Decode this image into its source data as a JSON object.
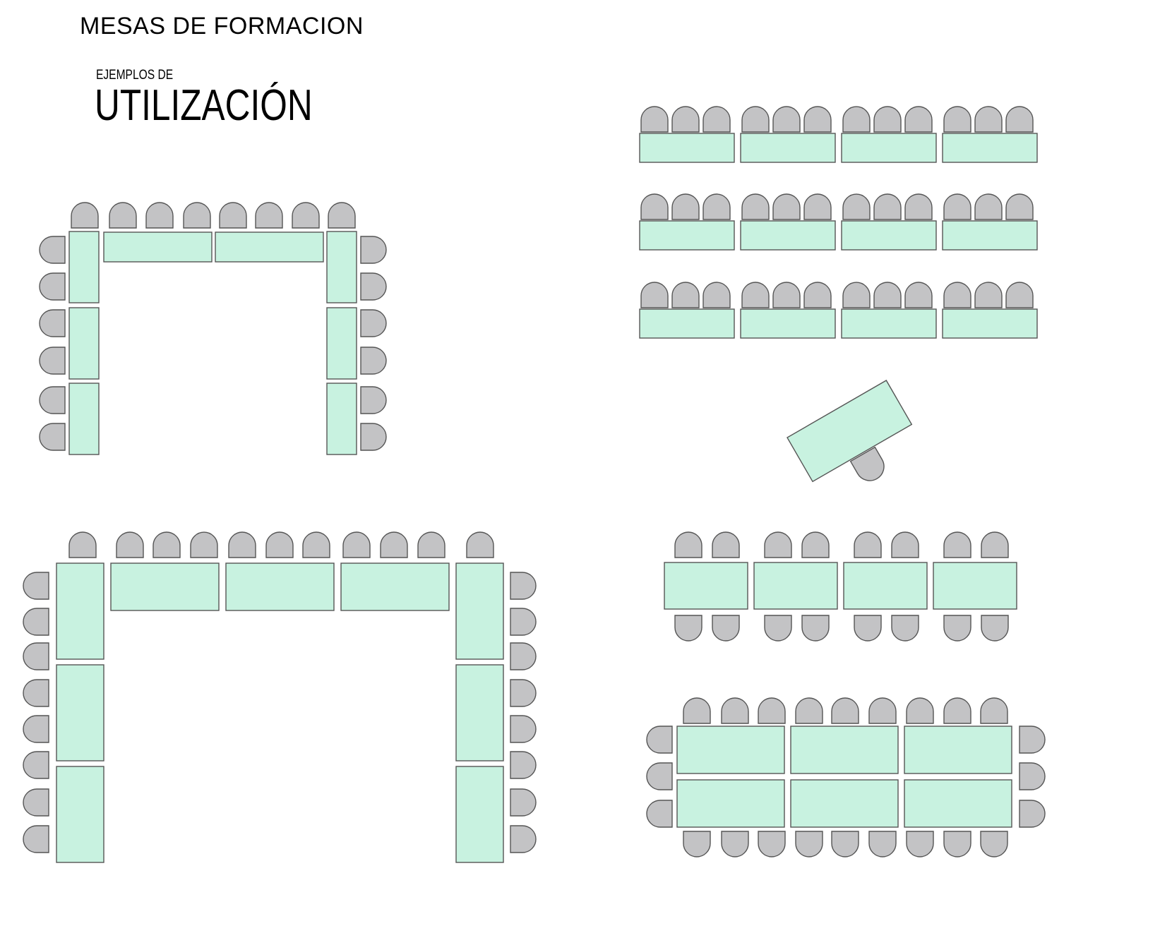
{
  "header": {
    "title": "MESAS DE FORMACION",
    "subtitle": "EJEMPLOS DE",
    "heading": "UTILIZACIÓN"
  },
  "colors": {
    "table_fill": "#c8f2e0",
    "table_stroke": "#555555",
    "chair_fill": "#c3c3c5",
    "chair_stroke": "#555555",
    "background": "#ffffff"
  },
  "layouts": [
    {
      "name": "u-shape-small",
      "tables": 8,
      "chairs": 20
    },
    {
      "name": "classroom-rows",
      "tables": 12,
      "chairs": 36
    },
    {
      "name": "single-desk",
      "tables": 1,
      "chairs": 1
    },
    {
      "name": "u-shape-large",
      "tables": 9,
      "chairs": 27
    },
    {
      "name": "pairs-double-sided",
      "tables": 4,
      "chairs": 16
    },
    {
      "name": "boardroom-block",
      "tables": 6,
      "chairs": 24
    }
  ]
}
